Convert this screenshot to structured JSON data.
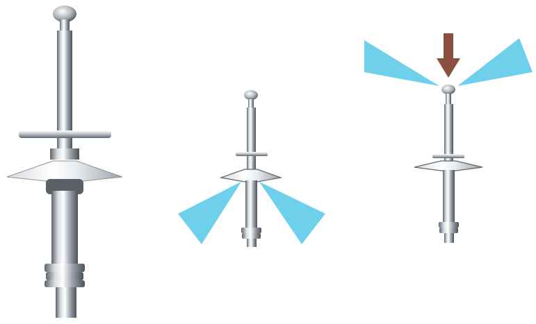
{
  "scene": {
    "background": "#ffffff",
    "metal_light": "#f2f4f6",
    "metal_mid": "#b8bdc3",
    "metal_dark": "#5d646b",
    "spray_color": "#6fd0ec",
    "arrow_color": "#8a4f3f"
  },
  "illustrations": [
    {
      "name": "large-sprinkler-nozzle",
      "state": "static"
    },
    {
      "name": "small-sprinkler-nozzle",
      "state": "spraying-downward"
    },
    {
      "name": "small-sprinkler-nozzle-pressed",
      "state": "spraying-upward"
    }
  ],
  "icons": [
    "spray-cone-icon",
    "down-arrow-icon"
  ]
}
